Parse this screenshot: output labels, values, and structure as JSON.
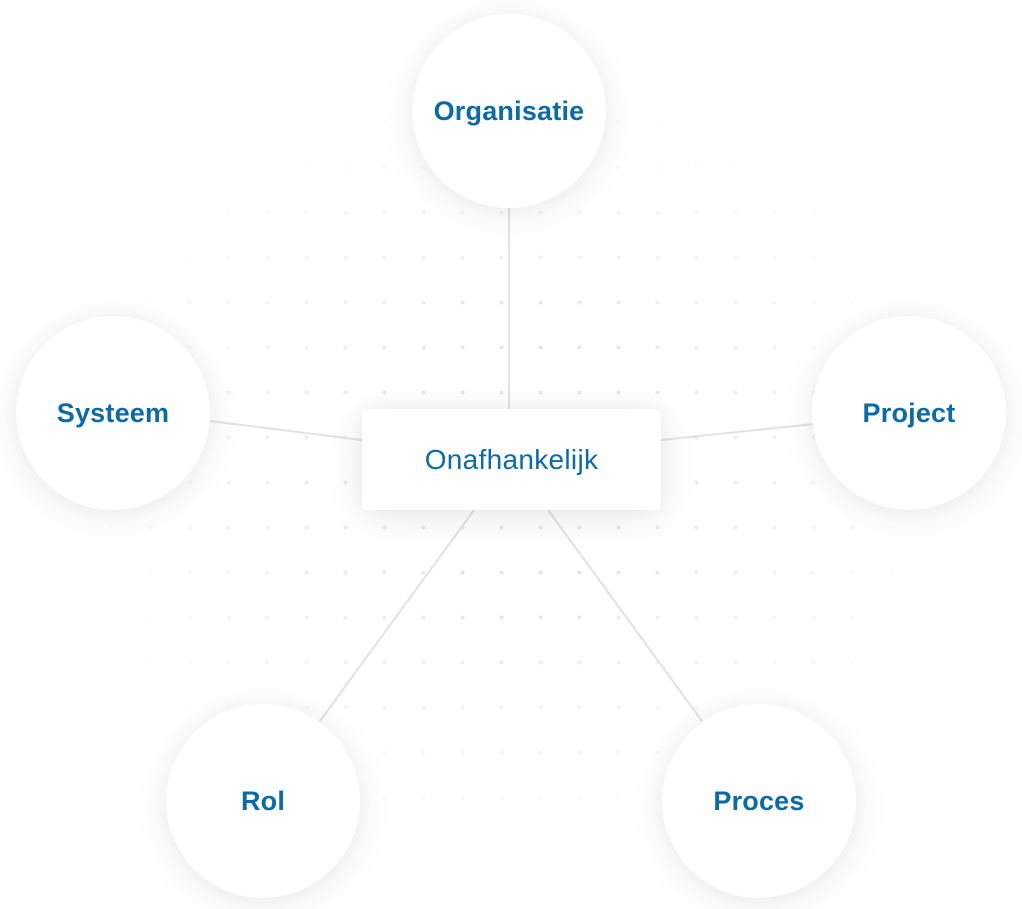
{
  "diagram": {
    "center": {
      "label": "Onafhankelijk"
    },
    "nodes": [
      {
        "id": "organisatie",
        "label": "Organisatie"
      },
      {
        "id": "systeem",
        "label": "Systeem"
      },
      {
        "id": "project",
        "label": "Project"
      },
      {
        "id": "rol",
        "label": "Rol"
      },
      {
        "id": "proces",
        "label": "Proces"
      }
    ],
    "edges": [
      {
        "from": "center",
        "to": "organisatie"
      },
      {
        "from": "center",
        "to": "systeem"
      },
      {
        "from": "center",
        "to": "project"
      },
      {
        "from": "center",
        "to": "rol"
      },
      {
        "from": "center",
        "to": "proces"
      }
    ],
    "colors": {
      "label": "#0c6aa6",
      "connector": "#e2e2e2",
      "node_fill": "#ffffff",
      "background": "#ffffff"
    }
  }
}
